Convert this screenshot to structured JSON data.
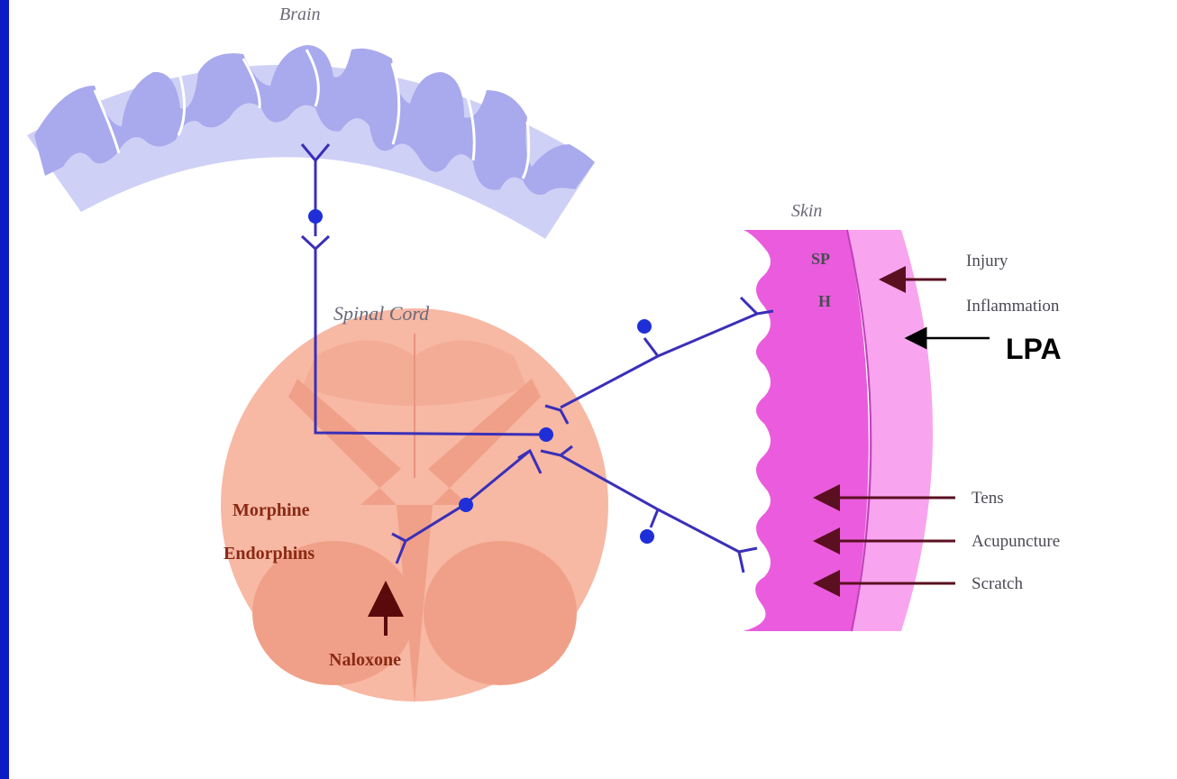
{
  "diagram": {
    "labels": {
      "brain": "Brain",
      "spinal_cord": "Spinal Cord",
      "skin": "Skin",
      "sp": "SP",
      "h": "H",
      "injury": "Injury",
      "inflammation": "Inflammation",
      "lpa": "LPA",
      "tens": "Tens",
      "acupuncture": "Acupuncture",
      "scratch": "Scratch",
      "morphine": "Morphine",
      "endorphins": "Endorphins",
      "naloxone": "Naloxone"
    },
    "colors": {
      "background_frame": "#0b22e0",
      "slide": "#ffffff",
      "brain_cortex": "#a9a9ee",
      "brain_white_matter": "#cfd0f5",
      "spinal_cord": "#f7b8a4",
      "spinal_cord_grey": "#f0a088",
      "skin_outer": "#f8a4ef",
      "skin_inner": "#ea5cdd",
      "neuron": "#3a2fb8",
      "neuron_node": "#1f2fd8",
      "drug_arrow": "#5a0a0a",
      "skin_arrow": "#5a1020",
      "lpa_arrow": "#000000"
    }
  }
}
